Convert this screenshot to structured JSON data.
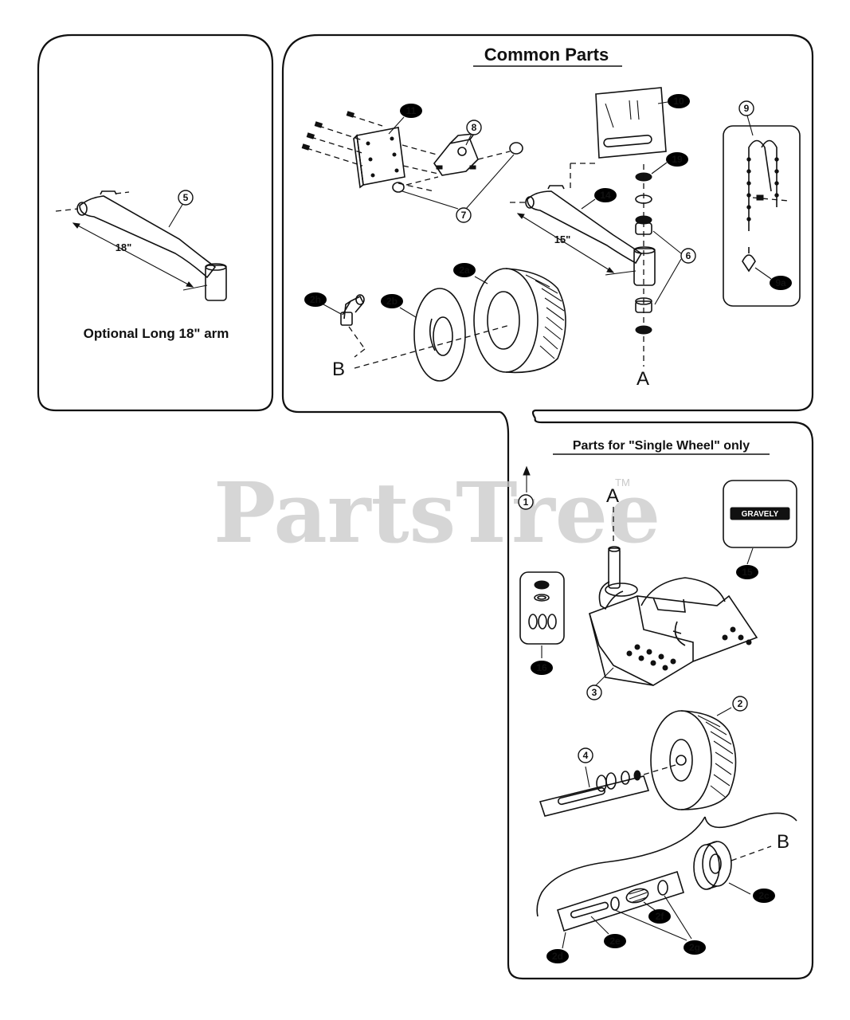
{
  "panels": {
    "optional": {
      "caption": "Optional Long 18\" arm",
      "dimension": "18\""
    },
    "common": {
      "title": "Common Parts",
      "dimension": "15\""
    },
    "single": {
      "title": "Parts for \"Single Wheel\" only",
      "decal_text": "GRAVELY"
    }
  },
  "reference_letters": {
    "a": "A",
    "b": "B"
  },
  "callouts": [
    "5",
    "11",
    "8",
    "7",
    "10",
    "9",
    "19",
    "14",
    "6",
    "2a",
    "2h",
    "2b",
    "9a",
    "1",
    "15",
    "16",
    "3",
    "2",
    "4",
    "2c",
    "2f",
    "2e",
    "2g",
    "2d"
  ],
  "watermark": {
    "text": "PartsTree",
    "mark": "TM"
  }
}
